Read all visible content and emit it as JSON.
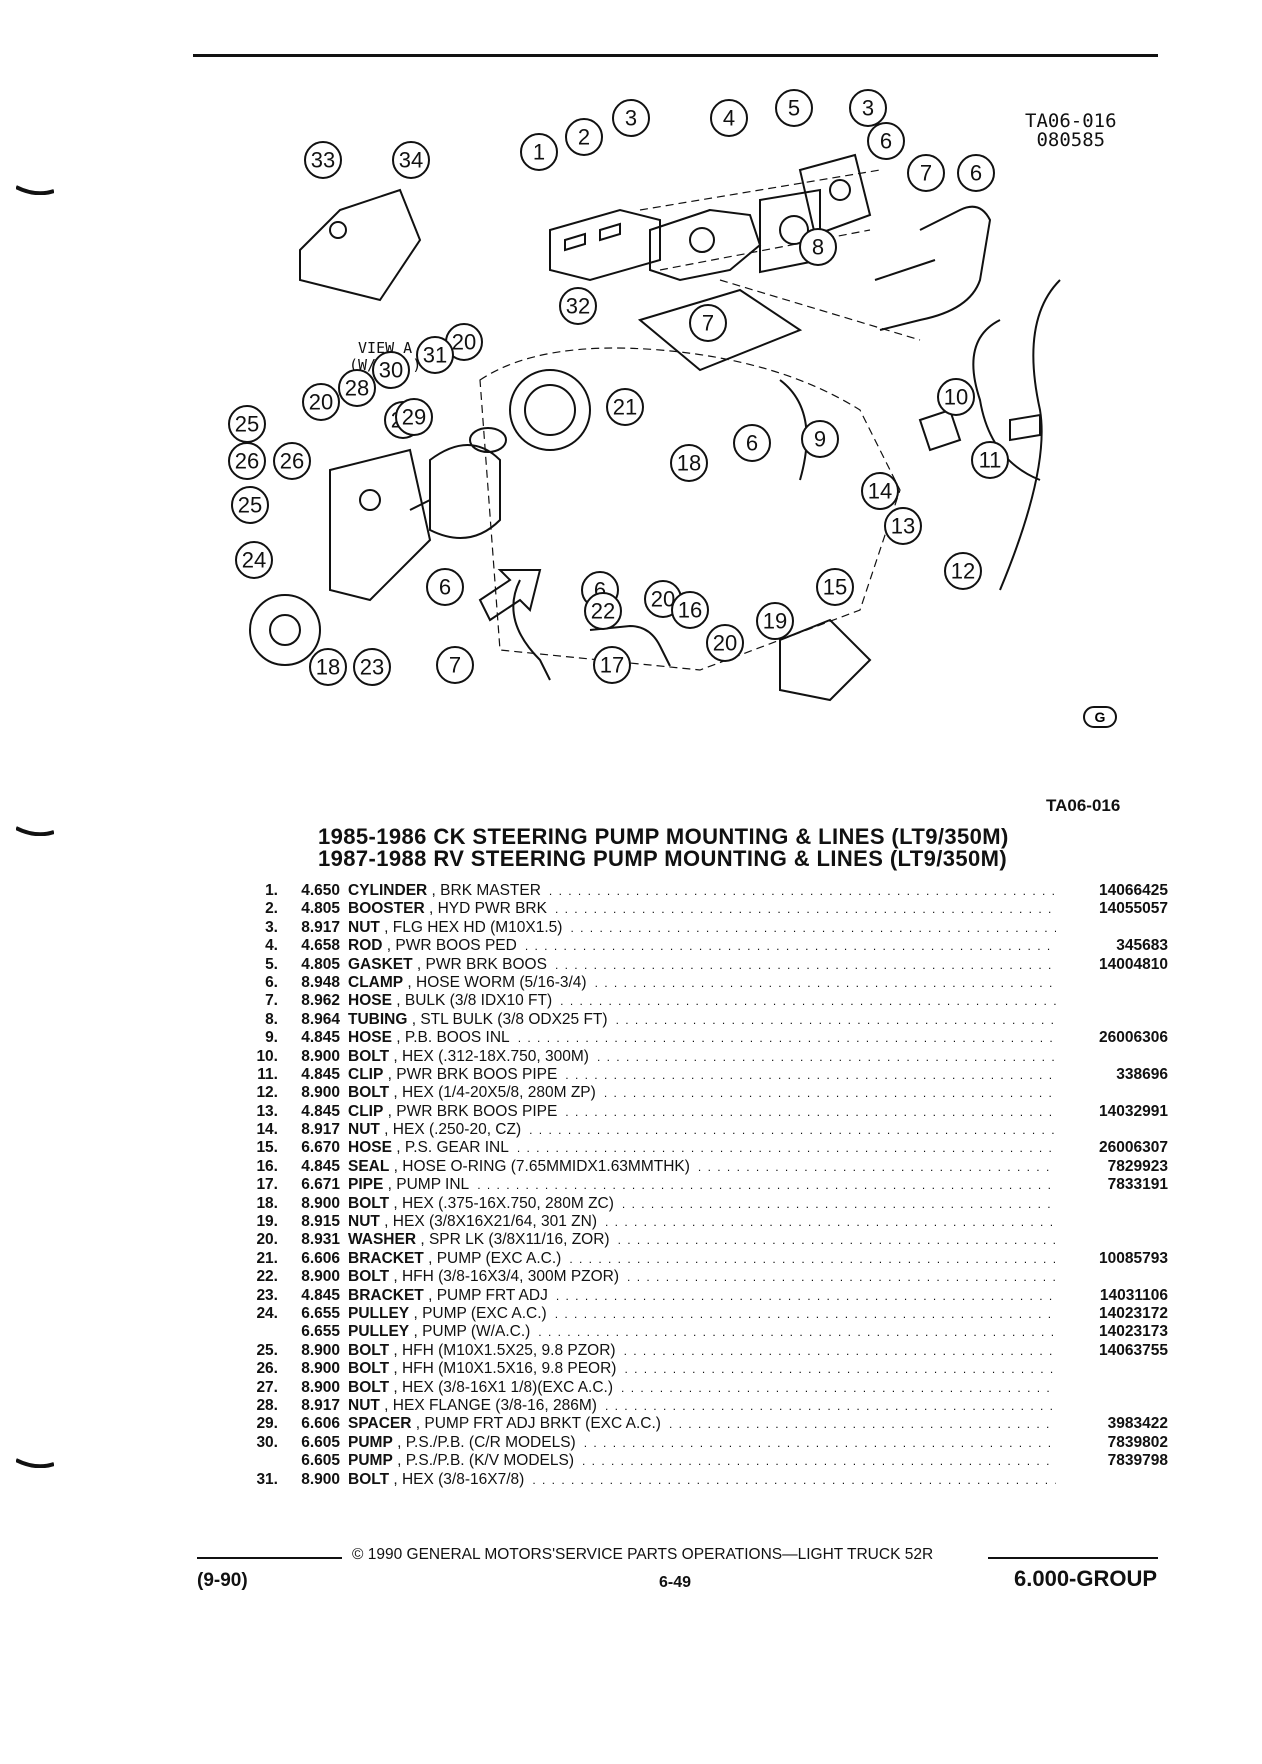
{
  "figure": {
    "code": "TA06-016",
    "date_code": "080585",
    "view_label_line1": "VIEW A",
    "view_label_line2": "(W/A.C.)",
    "figure_id": "TA06-016",
    "callouts": [
      "1",
      "2",
      "3",
      "4",
      "5",
      "3",
      "6",
      "7",
      "6",
      "8",
      "33",
      "34",
      "32",
      "7",
      "20",
      "31",
      "30",
      "28",
      "20",
      "27",
      "29",
      "25",
      "26",
      "26",
      "25",
      "24",
      "21",
      "18",
      "6",
      "10",
      "9",
      "11",
      "14",
      "13",
      "12",
      "15",
      "6",
      "6",
      "22",
      "20",
      "16",
      "19",
      "20",
      "17",
      "18",
      "23",
      "7"
    ]
  },
  "titles": {
    "line1": "1985-1986 CK STEERING PUMP MOUNTING & LINES (LT9/350M)",
    "line2": "1987-1988 RV STEERING PUMP MOUNTING & LINES (LT9/350M)"
  },
  "parts": [
    {
      "no": "1.",
      "group": "4.650",
      "name": "CYLINDER",
      "desc": "BRK MASTER",
      "pn": "14066425"
    },
    {
      "no": "2.",
      "group": "4.805",
      "name": "BOOSTER",
      "desc": "HYD PWR BRK",
      "pn": "14055057"
    },
    {
      "no": "3.",
      "group": "8.917",
      "name": "NUT",
      "desc": "FLG HEX HD (M10X1.5)",
      "pn": ""
    },
    {
      "no": "4.",
      "group": "4.658",
      "name": "ROD",
      "desc": "PWR BOOS PED",
      "pn": "345683"
    },
    {
      "no": "5.",
      "group": "4.805",
      "name": "GASKET",
      "desc": "PWR BRK BOOS",
      "pn": "14004810"
    },
    {
      "no": "6.",
      "group": "8.948",
      "name": "CLAMP",
      "desc": "HOSE WORM (5/16-3/4)",
      "pn": ""
    },
    {
      "no": "7.",
      "group": "8.962",
      "name": "HOSE",
      "desc": "BULK (3/8 IDX10 FT)",
      "pn": ""
    },
    {
      "no": "8.",
      "group": "8.964",
      "name": "TUBING",
      "desc": "STL BULK (3/8 ODX25 FT)",
      "pn": ""
    },
    {
      "no": "9.",
      "group": "4.845",
      "name": "HOSE",
      "desc": "P.B. BOOS INL",
      "pn": "26006306"
    },
    {
      "no": "10.",
      "group": "8.900",
      "name": "BOLT",
      "desc": "HEX (.312-18X.750, 300M)",
      "pn": ""
    },
    {
      "no": "11.",
      "group": "4.845",
      "name": "CLIP",
      "desc": "PWR BRK BOOS PIPE",
      "pn": "338696"
    },
    {
      "no": "12.",
      "group": "8.900",
      "name": "BOLT",
      "desc": "HEX (1/4-20X5/8, 280M ZP)",
      "pn": ""
    },
    {
      "no": "13.",
      "group": "4.845",
      "name": "CLIP",
      "desc": "PWR BRK BOOS PIPE",
      "pn": "14032991"
    },
    {
      "no": "14.",
      "group": "8.917",
      "name": "NUT",
      "desc": "HEX (.250-20, CZ)",
      "pn": ""
    },
    {
      "no": "15.",
      "group": "6.670",
      "name": "HOSE",
      "desc": "P.S. GEAR INL",
      "pn": "26006307"
    },
    {
      "no": "16.",
      "group": "4.845",
      "name": "SEAL",
      "desc": "HOSE O-RING (7.65MMIDX1.63MMTHK)",
      "pn": "7829923"
    },
    {
      "no": "17.",
      "group": "6.671",
      "name": "PIPE",
      "desc": "PUMP INL",
      "pn": "7833191"
    },
    {
      "no": "18.",
      "group": "8.900",
      "name": "BOLT",
      "desc": "HEX (.375-16X.750, 280M ZC)",
      "pn": ""
    },
    {
      "no": "19.",
      "group": "8.915",
      "name": "NUT",
      "desc": "HEX (3/8X16X21/64, 301 ZN)",
      "pn": ""
    },
    {
      "no": "20.",
      "group": "8.931",
      "name": "WASHER",
      "desc": "SPR LK (3/8X11/16, ZOR)",
      "pn": ""
    },
    {
      "no": "21.",
      "group": "6.606",
      "name": "BRACKET",
      "desc": "PUMP (EXC A.C.)",
      "pn": "10085793"
    },
    {
      "no": "22.",
      "group": "8.900",
      "name": "BOLT",
      "desc": "HFH (3/8-16X3/4, 300M PZOR)",
      "pn": ""
    },
    {
      "no": "23.",
      "group": "4.845",
      "name": "BRACKET",
      "desc": "PUMP FRT ADJ",
      "pn": "14031106"
    },
    {
      "no": "24.",
      "group": "6.655",
      "name": "PULLEY",
      "desc": "PUMP (EXC A.C.)",
      "pn": "14023172"
    },
    {
      "no": "",
      "group": "6.655",
      "name": "PULLEY",
      "desc": "PUMP (W/A.C.)",
      "pn": "14023173"
    },
    {
      "no": "25.",
      "group": "8.900",
      "name": "BOLT",
      "desc": "HFH (M10X1.5X25, 9.8 PZOR)",
      "pn": "14063755"
    },
    {
      "no": "26.",
      "group": "8.900",
      "name": "BOLT",
      "desc": "HFH (M10X1.5X16, 9.8 PEOR)",
      "pn": ""
    },
    {
      "no": "27.",
      "group": "8.900",
      "name": "BOLT",
      "desc": "HEX (3/8-16X1 1/8)(EXC A.C.)",
      "pn": ""
    },
    {
      "no": "28.",
      "group": "8.917",
      "name": "NUT",
      "desc": "HEX FLANGE (3/8-16, 286M)",
      "pn": ""
    },
    {
      "no": "29.",
      "group": "6.606",
      "name": "SPACER",
      "desc": "PUMP FRT ADJ BRKT (EXC A.C.)",
      "pn": "3983422"
    },
    {
      "no": "30.",
      "group": "6.605",
      "name": "PUMP",
      "desc": "P.S./P.B. (C/R MODELS)",
      "pn": "7839802"
    },
    {
      "no": "",
      "group": "6.605",
      "name": "PUMP",
      "desc": "P.S./P.B. (K/V MODELS)",
      "pn": "7839798"
    },
    {
      "no": "31.",
      "group": "8.900",
      "name": "BOLT",
      "desc": "HEX (3/8-16X7/8)",
      "pn": ""
    }
  ],
  "footer": {
    "copyright": "© 1990 GENERAL MOTORS'SERVICE PARTS OPERATIONS—LIGHT TRUCK 52R",
    "date": "(9-90)",
    "page": "6-49",
    "group": "6.000-GROUP"
  }
}
